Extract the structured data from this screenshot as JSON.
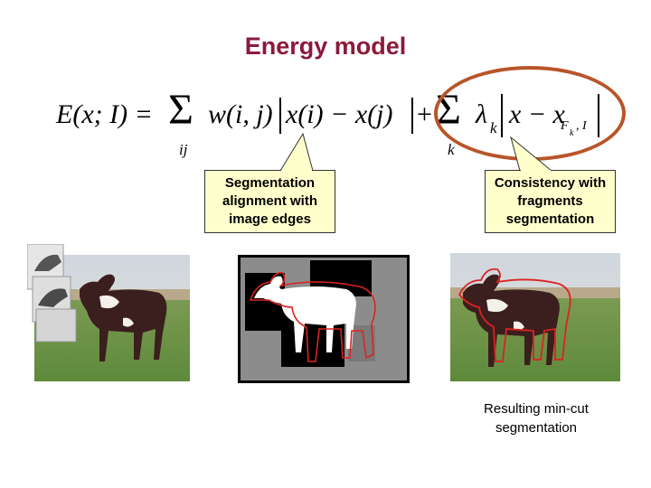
{
  "title": "Energy model",
  "equation": {
    "lhs": "E(x; I) =",
    "sum1_subscript": "ij",
    "pairwise_term": "w(i, j)",
    "pairwise_abs": "x(i) − x(j)",
    "plus": "+",
    "sum2_subscript": "k",
    "lambda": "λ",
    "lambda_sub": "k",
    "fragment_term": "x − x",
    "fragment_sub": "F",
    "fragment_sub_k": "k",
    "fragment_sub_tail": ", I"
  },
  "callouts": {
    "left": [
      "Segmentation",
      "alignment with",
      "image edges"
    ],
    "right": [
      "Consistency with",
      "fragments",
      "segmentation"
    ]
  },
  "caption": [
    "Resulting min-cut",
    "segmentation"
  ],
  "colors": {
    "title": "#8b1a3c",
    "callout_fill": "#ffffcc",
    "oval": "#b8552a",
    "contour": "#dd2222"
  },
  "icons": {
    "left_panel": "horse-photo-with-fragment-stack",
    "middle_panel": "fragment-segmentation-map",
    "right_panel": "horse-photo-with-segmentation-contour"
  }
}
